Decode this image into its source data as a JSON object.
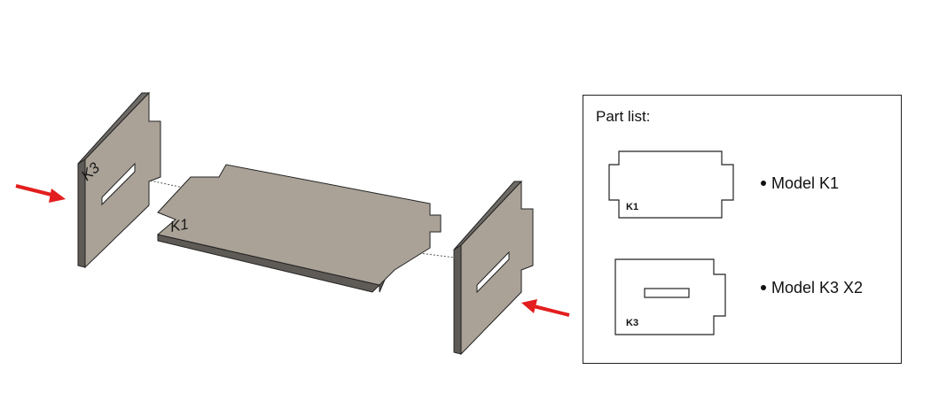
{
  "plates": {
    "k3_left_label": "K3",
    "k1_label": "K1"
  },
  "part_list": {
    "title": "Part list:",
    "items": [
      {
        "thumb_label": "K1",
        "text": "Model K1"
      },
      {
        "thumb_label": "K3",
        "text": "Model K3 X2"
      }
    ]
  },
  "colors": {
    "plate_face": "#aaa297",
    "plate_edge": "#5e5a56",
    "arrow": "#e31e1e",
    "outline": "#222222"
  }
}
